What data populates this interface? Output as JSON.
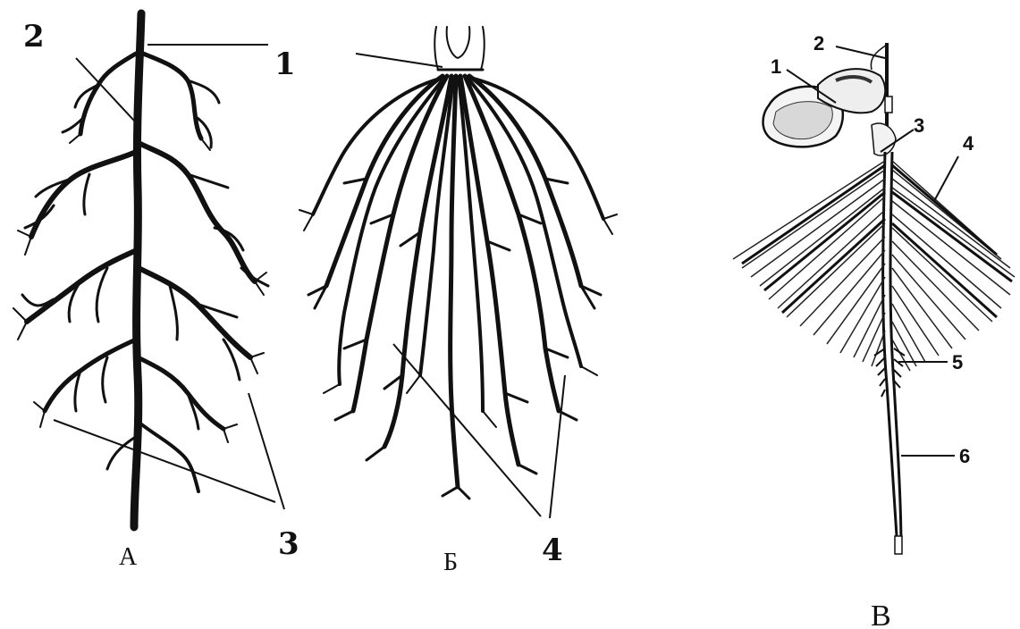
{
  "figure": {
    "panel_a": {
      "letter": "А",
      "labels": [
        "1",
        "2",
        "3"
      ]
    },
    "panel_b": {
      "letter": "Б",
      "labels": [
        "4"
      ]
    },
    "panel_c": {
      "letter": "В",
      "labels": [
        "1",
        "2",
        "3",
        "4",
        "5",
        "6"
      ]
    }
  }
}
